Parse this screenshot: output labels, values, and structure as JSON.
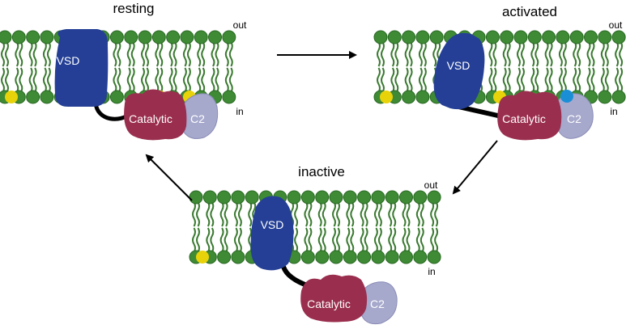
{
  "colors": {
    "lipid_head": "#3f8a35",
    "lipid_head_dark": "#2a6a24",
    "lipid_tail": "#3a7a30",
    "vsd": "#243f95",
    "catalytic": "#9a2e4e",
    "c2": "#a6a8cc",
    "pip_yellow": "#e8d20a",
    "pip_blue": "#1a8fd6",
    "linker": "#000000"
  },
  "states": {
    "resting": {
      "title": "resting",
      "out": "out",
      "in": "in",
      "vsd": "VSD",
      "catalytic": "Catalytic",
      "c2": "C2"
    },
    "activated": {
      "title": "activated",
      "out": "out",
      "in": "in",
      "vsd": "VSD",
      "catalytic": "Catalytic",
      "c2": "C2"
    },
    "inactive": {
      "title": "inactive",
      "out": "out",
      "in": "in",
      "vsd": "VSD",
      "catalytic": "Catalytic",
      "c2": "C2"
    }
  },
  "arrows": [
    {
      "from": "resting",
      "to": "activated"
    },
    {
      "from": "activated",
      "to": "inactive"
    },
    {
      "from": "inactive",
      "to": "resting"
    }
  ]
}
